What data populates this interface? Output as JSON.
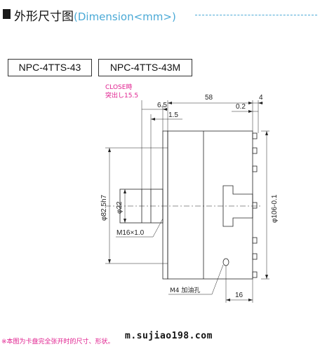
{
  "header": {
    "title": "外形尺寸图",
    "subtitle": "(Dimension<mm>)"
  },
  "models": [
    "NPC-4TTS-43",
    "NPC-4TTS-43M"
  ],
  "drawing": {
    "close_note_line1": "CLOSE時",
    "close_note_line2": "突出し15.5",
    "dims": {
      "d58": "58",
      "d4": "4",
      "d6_5": "6.5",
      "d0_2": "0.2",
      "d1_5": "1.5",
      "d82_5": "φ82.5h7",
      "d22": "φ22",
      "d106": "φ106-0.1",
      "d16": "16"
    },
    "thread_label": "M16×1.0",
    "hole_label": "M4 加油孔"
  },
  "footer": {
    "note": "※本图为卡盘完全张开时的尺寸、形状。",
    "watermark": "m.sujiao198.com"
  },
  "colors": {
    "accent": "#4aa9d6",
    "note": "#e0208f",
    "line": "#222222"
  }
}
